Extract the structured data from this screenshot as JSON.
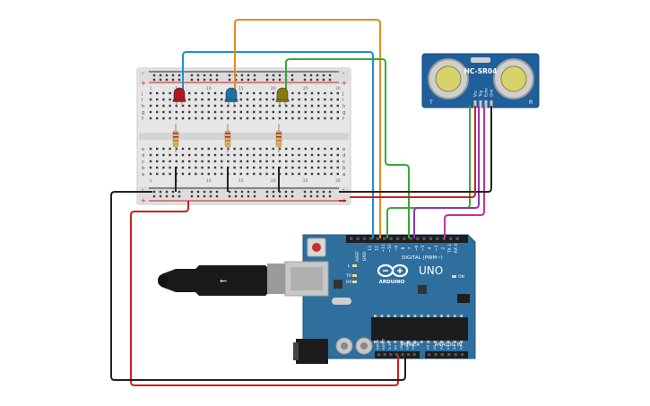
{
  "sensor": {
    "model": "HC-SR04",
    "pins": [
      "Vcc",
      "Trig",
      "Echo",
      "Gnd"
    ],
    "side_left": "T",
    "side_right": "R"
  },
  "arduino": {
    "model": "UNO",
    "brand": "ARDUINO",
    "digital_header": "DIGITAL (PWM~)",
    "power_header": "POWER",
    "analog_header": "ANALOG IN",
    "tx": "TX",
    "rx": "RX",
    "l": "L",
    "on": "ON",
    "aref": "AREF",
    "gnd": "GND",
    "digital_pins": [
      "13",
      "12",
      "~11",
      "~10",
      "~9",
      "8",
      "7",
      "~6",
      "~5",
      "4",
      "~3",
      "2",
      "TX 1",
      "RX 0"
    ],
    "power_pins": [
      "IOREF",
      "RESET",
      "3.3V",
      "5V",
      "GND",
      "GND",
      "Vin"
    ],
    "analog_pins": [
      "A0",
      "A1",
      "A2",
      "A3",
      "A4",
      "A5"
    ]
  },
  "breadboard": {
    "row_letters_top": [
      "j",
      "i",
      "h",
      "g",
      "f"
    ],
    "row_letters_bottom": [
      "e",
      "d",
      "c",
      "b",
      "a"
    ],
    "col_numbers": [
      "1",
      "5",
      "10",
      "15",
      "20",
      "25",
      "30"
    ],
    "plus": "+",
    "minus": "-"
  },
  "components": {
    "leds": [
      {
        "name": "red-led",
        "color": "#b0181e"
      },
      {
        "name": "blue-led",
        "color": "#1f6fa8"
      },
      {
        "name": "olive-led",
        "color": "#8a7a0a"
      }
    ]
  },
  "wire_colors": {
    "blue": "#1f8fd0",
    "orange": "#e88a1a",
    "green": "#3aa83a",
    "purple": "#8a3aa8",
    "magenta": "#c8309a",
    "red": "#d01f1f",
    "black": "#222222"
  }
}
